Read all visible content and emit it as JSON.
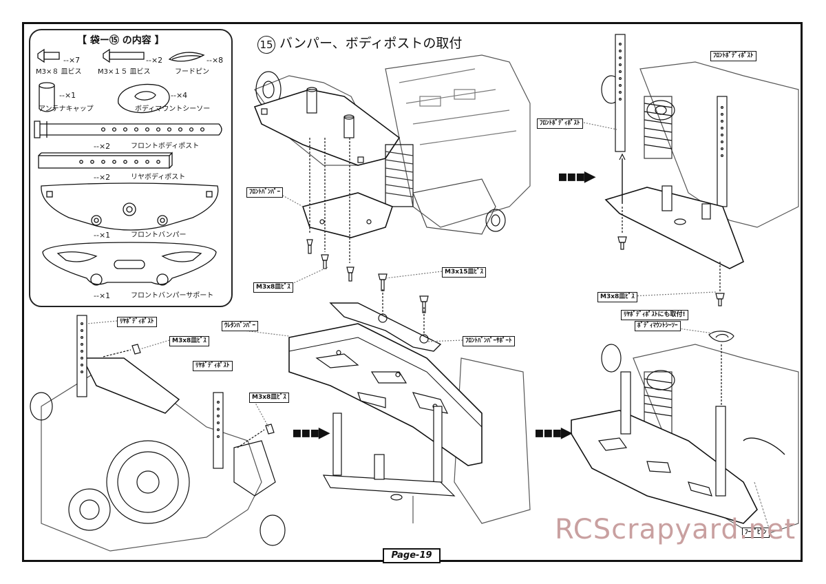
{
  "step": {
    "number": "15",
    "title": "バンパー、ボディポストの取付"
  },
  "bag": {
    "title": "【 袋ー⑮ の内容 】",
    "parts": [
      {
        "qty": "--×7",
        "name": "M3×８ 皿ビス",
        "icon": "flat-screw-short"
      },
      {
        "qty": "--×2",
        "name": "M3×１５ 皿ビス",
        "icon": "flat-screw-long"
      },
      {
        "qty": "--×8",
        "name": "フードピン",
        "icon": "body-clip"
      },
      {
        "qty": "--×1",
        "name": "アンテナキャップ",
        "icon": "antenna-cap"
      },
      {
        "qty": "--×4",
        "name": "ボディマウントシーソー",
        "icon": "body-mount-washer"
      },
      {
        "qty": "--×2",
        "name": "フロントボディポスト",
        "icon": "front-body-post"
      },
      {
        "qty": "--×2",
        "name": "リヤボディポスト",
        "icon": "rear-body-post"
      },
      {
        "qty": "--×1",
        "name": "フロントバンパー",
        "icon": "front-bumper"
      },
      {
        "qty": "--×1",
        "name": "フロントバンパーサポート",
        "icon": "front-bumper-support"
      }
    ]
  },
  "callouts": {
    "front_bumper": "ﾌﾛﾝﾄﾊﾞﾝﾊﾟｰ",
    "m3x8_a": "M3x8皿ﾋﾞｽ",
    "m3x15": "M3x15皿ﾋﾞｽ",
    "front_body_post_top": "ﾌﾛﾝﾄﾎﾞﾃﾞｨﾎﾟｽﾄ",
    "front_body_post_side": "ﾌﾛﾝﾄﾎﾞﾃﾞｨﾎﾟｽﾄ",
    "m3x8_b": "M3x8皿ﾋﾞｽ",
    "rear_post_note": "ﾘﾔﾎﾞﾃﾞｨﾎﾟｽﾄにも取付!",
    "body_mount_washer": "ﾎﾞﾃﾞｨﾏｳﾝﾄｼｰｿｰ",
    "urethane_bumper": "ｳﾚﾀﾝﾊﾞﾝﾊﾟｰ",
    "front_bumper_support": "ﾌﾛﾝﾄﾊﾞﾝﾊﾟｰｻﾎﾟｰﾄ",
    "rear_body_post_a": "ﾘﾔﾎﾞﾃﾞｨﾎﾟｽﾄ",
    "m3x8_c": "M3x8皿ﾋﾞｽ",
    "rear_body_post_b": "ﾘﾔﾎﾞﾃﾞｨﾎﾟｽﾄ",
    "m3x8_d": "M3x8皿ﾋﾞｽ",
    "hood_pin": "ﾌｰﾄﾞﾋﾟﾝ"
  },
  "page_label": "Page-19",
  "watermark": "RCScrapyard.net"
}
